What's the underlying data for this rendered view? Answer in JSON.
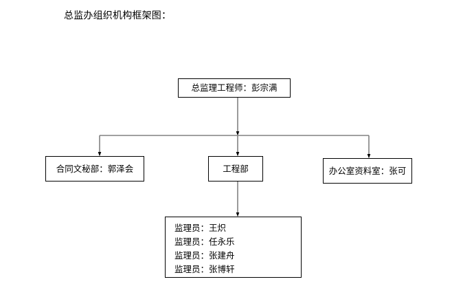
{
  "document": {
    "title": "总监办组织机构框架图：",
    "background_color": "#ffffff",
    "line_color": "#808080",
    "arrow_color": "#000000",
    "border_color": "#000000",
    "text_color": "#000000"
  },
  "org_chart": {
    "type": "organization-hierarchy",
    "levels": 3,
    "root": {
      "id": "director",
      "label": "总监理工程师：彭宗满",
      "role": "总监理工程师",
      "person": "彭宗满"
    },
    "departments": [
      {
        "id": "contract",
        "label": "合同文秘部：郭泽会",
        "role": "合同文秘部",
        "person": "郭泽会"
      },
      {
        "id": "engineering",
        "label": "工程部",
        "role": "工程部",
        "person": ""
      },
      {
        "id": "office",
        "label": "办公室资料室：张可",
        "role": "办公室资料室",
        "person": "张可"
      }
    ],
    "staff_group": {
      "id": "supervisors",
      "parent": "engineering",
      "members": [
        {
          "label": "监理员：王炽",
          "role": "监理员",
          "person": "王炽"
        },
        {
          "label": "监理员：任永乐",
          "role": "监理员",
          "person": "任永乐"
        },
        {
          "label": "监理员：张建舟",
          "role": "监理员",
          "person": "张建舟"
        },
        {
          "label": "监理员：张博轩",
          "role": "监理员",
          "person": "张博轩"
        }
      ]
    },
    "connections": [
      {
        "from": "director",
        "to": "distribution-bar",
        "style": "arrow-down"
      },
      {
        "from": "distribution-bar",
        "to": "contract",
        "style": "arrow-down"
      },
      {
        "from": "distribution-bar",
        "to": "engineering",
        "style": "arrow-down"
      },
      {
        "from": "distribution-bar",
        "to": "office",
        "style": "arrow-down"
      },
      {
        "from": "engineering",
        "to": "supervisors",
        "style": "arrow-down"
      }
    ]
  }
}
